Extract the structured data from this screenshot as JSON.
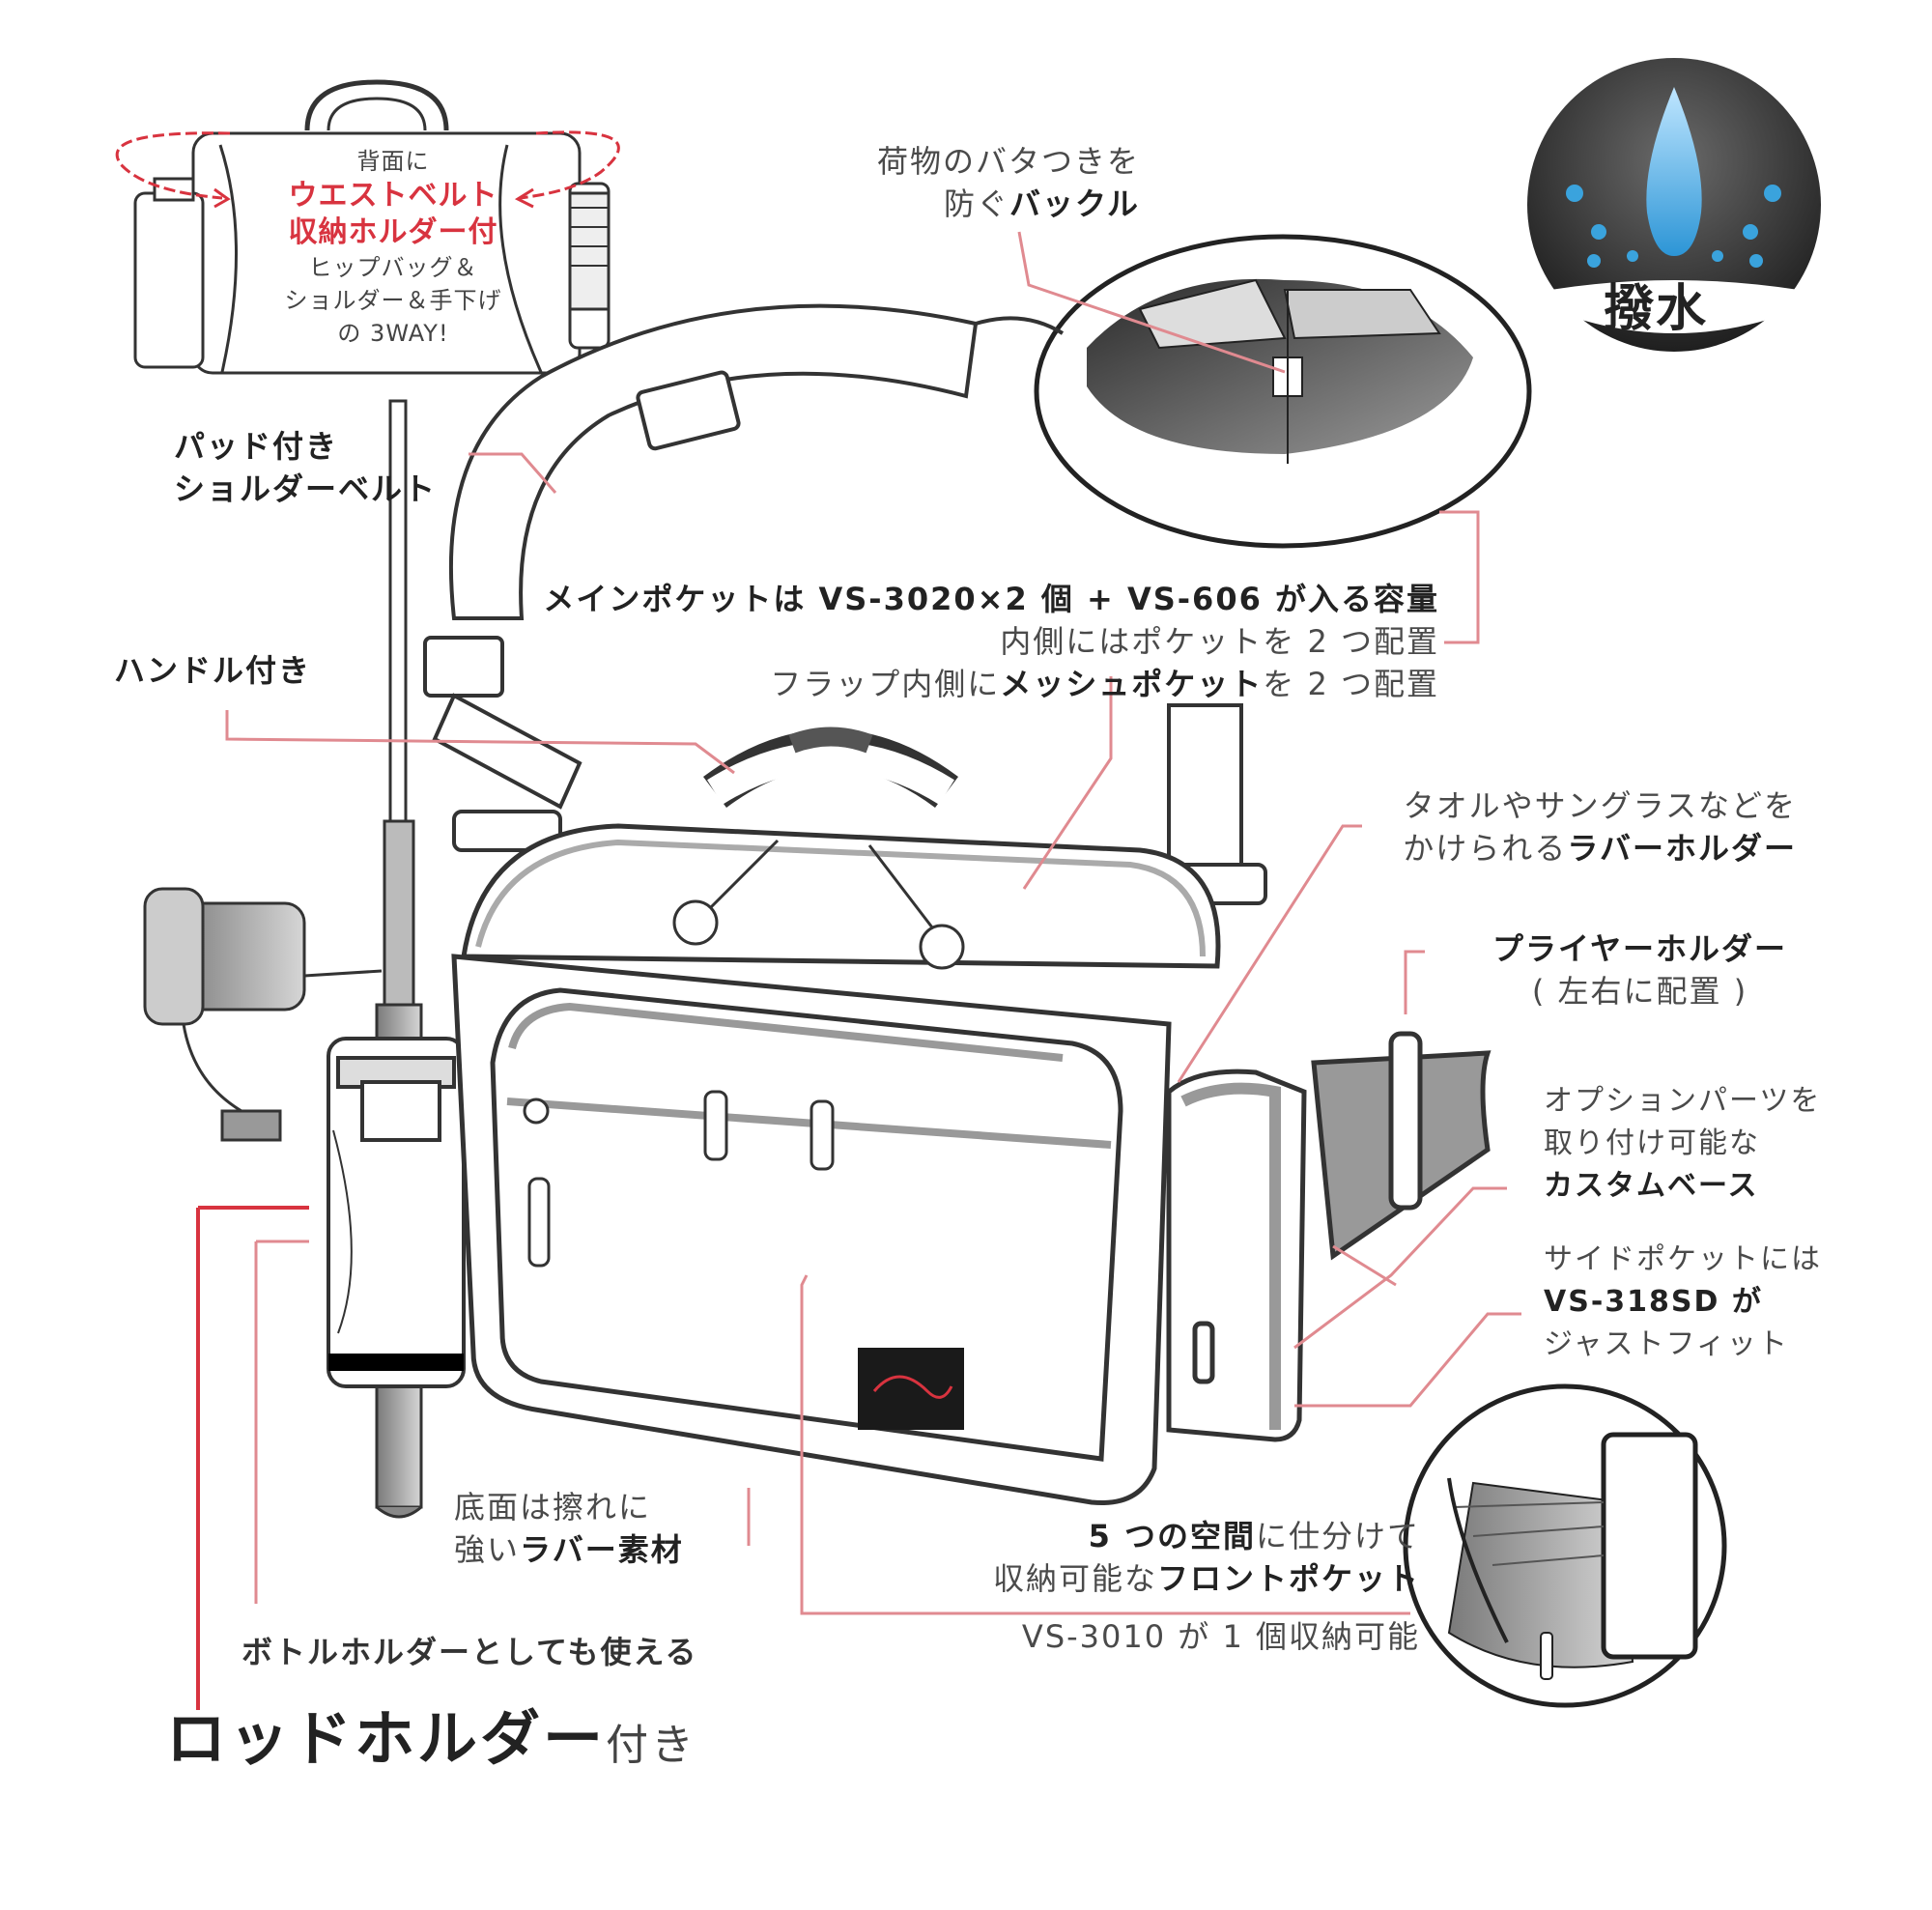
{
  "back_view": {
    "line1": "背面に",
    "line2": "ウエストベルト",
    "line3": "収納ホルダー付",
    "line4": "ヒップバッグ＆",
    "line5": "ショルダー＆手下げ",
    "line6": "の 3WAY!"
  },
  "water_repellent": {
    "label": "撥水"
  },
  "buckle": {
    "line1": "荷物のバタつきを",
    "line2_pre": "防ぐ",
    "line2_bold": "バックル"
  },
  "shoulder_belt": {
    "line1": "パッド付き",
    "line2": "ショルダーベルト"
  },
  "handle": {
    "label": "ハンドル付き"
  },
  "main_pocket": {
    "line1_bold": "メインポケット",
    "line1_rest": "は VS-3020×2 個 + VS-606 が入る容量",
    "line2": "内側にはポケットを 2 つ配置",
    "line3_pre": "フラップ内側に",
    "line3_bold": "メッシュポケット",
    "line3_post": "を 2 つ配置"
  },
  "rubber_holder": {
    "line1": "タオルやサングラスなどを",
    "line2_pre": "かけられる",
    "line2_bold": "ラバーホルダー"
  },
  "plier_holder": {
    "line1": "プライヤーホルダー",
    "line2": "( 左右に配置 )"
  },
  "custom_base": {
    "line1": "オプションパーツを",
    "line2": "取り付け可能な",
    "line3": "カスタムベース"
  },
  "side_pocket": {
    "line1": "サイドポケットには",
    "line2": "VS-318SD が",
    "line3": "ジャストフィット"
  },
  "bottom": {
    "line1": "底面は擦れに",
    "line2_pre": "強い",
    "line2_bold": "ラバー素材"
  },
  "front_pocket": {
    "line1_bold": "5 つの空間",
    "line1_rest": "に仕分けて",
    "line2_pre": "収納可能な",
    "line2_bold": "フロントポケット",
    "line3": "VS-3010 が 1 個収納可能"
  },
  "bottle_holder": {
    "label": "ボトルホルダーとしても使える"
  },
  "rod_holder": {
    "main": "ロッドホルダー",
    "suffix": "付き"
  },
  "colors": {
    "accent_red": "#d8333f",
    "leader_line": "#e08a90",
    "ink": "#333333",
    "water_blue": "#3aa3dd"
  }
}
